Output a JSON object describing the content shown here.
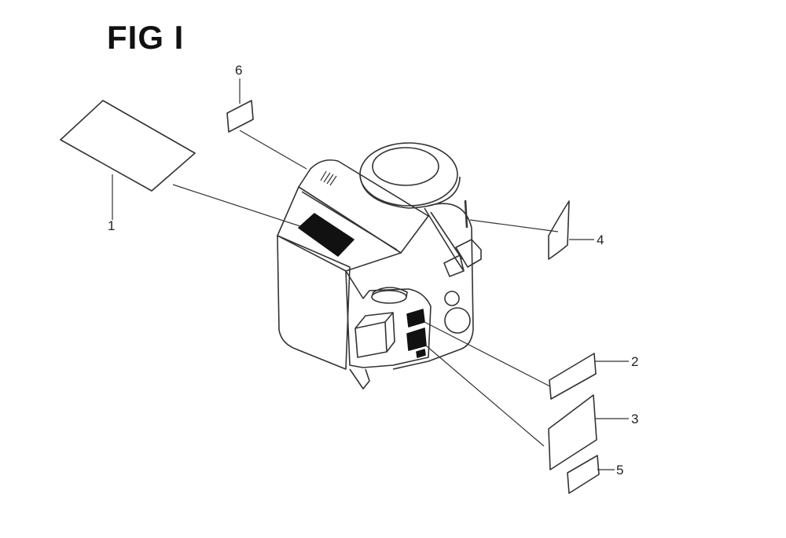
{
  "figure": {
    "title": "FIG I"
  },
  "callouts": [
    "1",
    "2",
    "3",
    "4",
    "5",
    "6"
  ],
  "colors": {
    "line": "#333333",
    "decal_fill": "#111111"
  }
}
